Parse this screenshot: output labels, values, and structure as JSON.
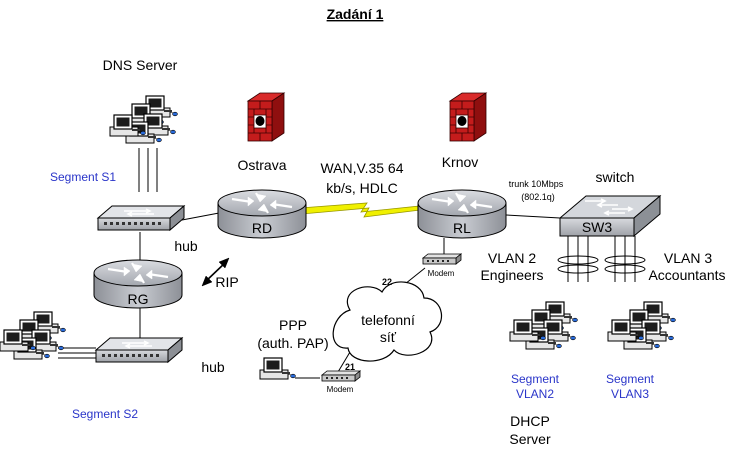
{
  "title": "Zadání 1",
  "labels": {
    "dns_server": "DNS Server",
    "segment_s1": "Segment S1",
    "segment_s2": "Segment S2",
    "ostrava": "Ostrava",
    "krnov": "Krnov",
    "wan_line1": "WAN,V.35 64",
    "wan_line2": "kb/s, HDLC",
    "trunk_line1": "trunk  10Mbps",
    "trunk_line2": "(802.1q)",
    "switch": "switch",
    "hub_top": "hub",
    "hub_bottom": "hub",
    "rip": "RIP",
    "vlan2_line1": "VLAN 2",
    "vlan2_line2": "Engineers",
    "vlan3_line1": "VLAN 3",
    "vlan3_line2": "Accountants",
    "ppp_line1": "PPP",
    "ppp_line2": "(auth. PAP)",
    "cloud_line1": "telefonní",
    "cloud_line2": "síť",
    "modem_rl": "Modem",
    "modem_ppp": "Modem",
    "port_22": "22",
    "port_21": "21",
    "seg_vlan2_line1": "Segment",
    "seg_vlan2_line2": "VLAN2",
    "seg_vlan3_line1": "Segment",
    "seg_vlan3_line2": "VLAN3",
    "dhcp_line1": "DHCP",
    "dhcp_line2": "Server"
  },
  "devices": {
    "router_rd": "RD",
    "router_rl": "RL",
    "router_rg": "RG",
    "switch_sw3": "SW3"
  },
  "colors": {
    "segment_text": "#2a35c9",
    "router_fill": "#b9bcc3",
    "lightning": "#f0f000",
    "firewall": "#c01818"
  }
}
